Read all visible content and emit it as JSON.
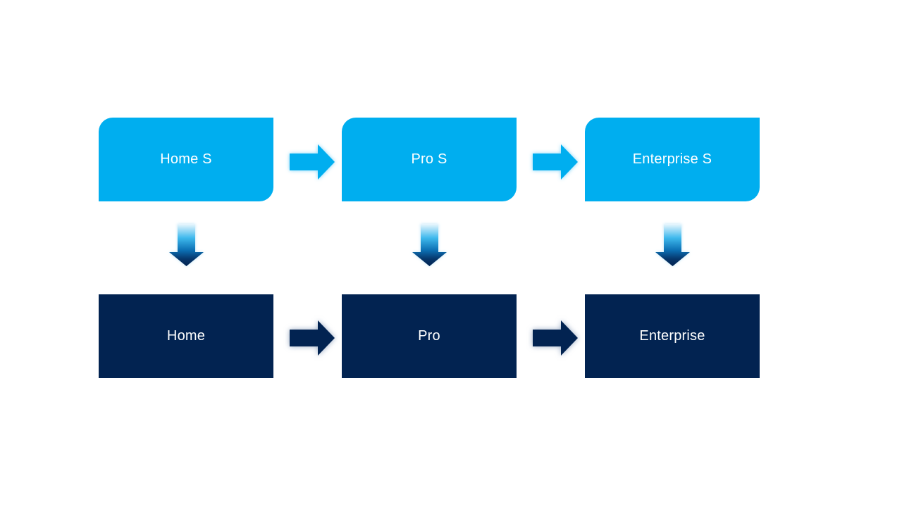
{
  "diagram": {
    "title": "edition-upgrade-flow",
    "top": [
      {
        "label": "Home S"
      },
      {
        "label": "Pro S"
      },
      {
        "label": "Enterprise S"
      }
    ],
    "bottom": [
      {
        "label": "Home"
      },
      {
        "label": "Pro"
      },
      {
        "label": "Enterprise"
      }
    ],
    "connectors": {
      "horizontal_top": "right-arrow",
      "horizontal_bottom": "right-arrow",
      "vertical": "down-arrow"
    }
  },
  "colors": {
    "background": "#ffffff",
    "top_node_fill": "#00AEEF",
    "bottom_node_fill": "#022351",
    "node_text": "#ffffff",
    "down_arrow_gradient": [
      "#EAF7FD",
      "#3FB9ED",
      "#0C70B4",
      "#06366B",
      "#022351"
    ],
    "top_arrow_glow": "#78D2F8",
    "bottom_arrow_glow": "#466491"
  }
}
